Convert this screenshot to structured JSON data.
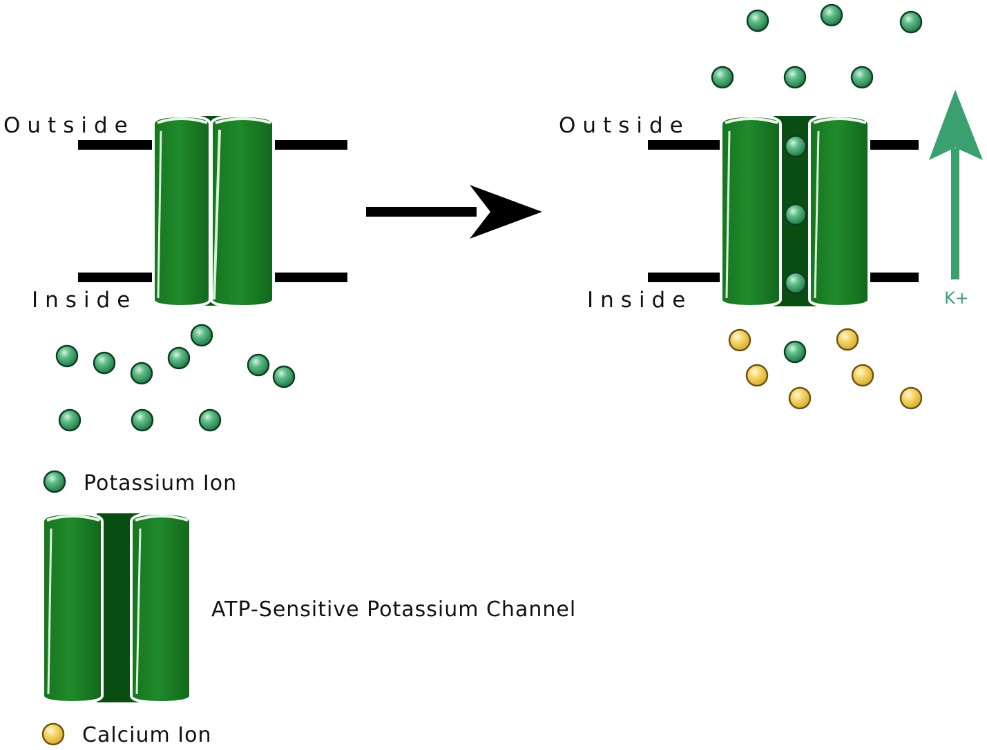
{
  "diagram": {
    "closed_state": {
      "outside_label": "Outside",
      "inside_label": "Inside"
    },
    "open_state": {
      "outside_label": "Outside",
      "inside_label": "Inside",
      "flow_label": "K+"
    },
    "legend": {
      "potassium": "Potassium Ion",
      "channel": "ATP-Sensitive Potassium Channel",
      "calcium": "Calcium Ion"
    }
  },
  "colors": {
    "channel_green": "#1f8a2b",
    "channel_dark": "#0f5a18",
    "pore": "#0a4d12",
    "potassium": "#3c9e68",
    "calcium": "#f2cc55",
    "flow_arrow": "#3aa070",
    "membrane": "#000000"
  }
}
